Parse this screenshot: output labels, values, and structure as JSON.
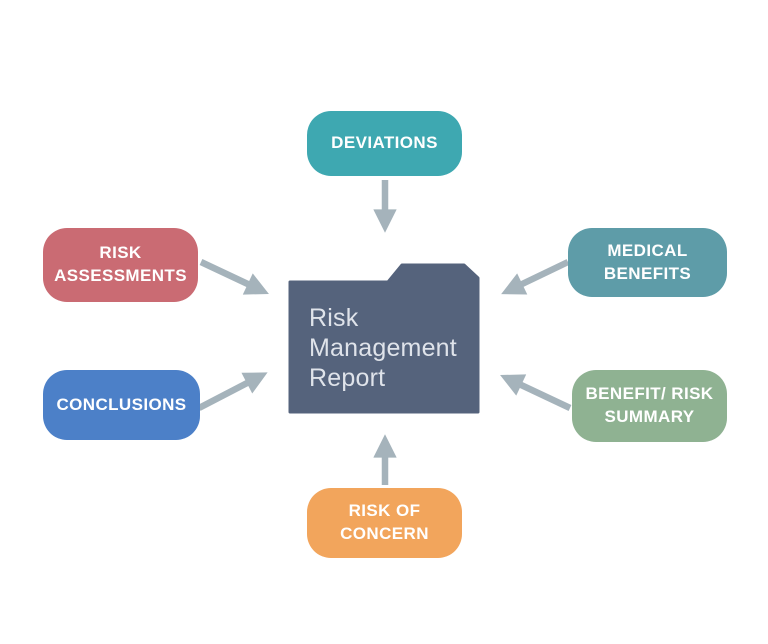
{
  "background_color": "#FFFFFF",
  "arrow_color": "#A5B3BB",
  "center": {
    "label": "Risk\nManagement\nReport",
    "shape": "folder",
    "color": "#55637C",
    "text_color": "#DFE3EA"
  },
  "nodes": [
    {
      "id": "deviations",
      "label": "DEVIATIONS",
      "color": "#3EA8B1",
      "position": "top"
    },
    {
      "id": "risk-assessments",
      "label": "RISK\nASSESSMENTS",
      "color": "#CA6B73",
      "position": "upper-left"
    },
    {
      "id": "conclusions",
      "label": "CONCLUSIONS",
      "color": "#4C80C8",
      "position": "lower-left"
    },
    {
      "id": "medical-benefits",
      "label": "MEDICAL\nBENEFITS",
      "color": "#5E9CA8",
      "position": "upper-right"
    },
    {
      "id": "benefit-risk-summary",
      "label": "BENEFIT/ RISK\nSUMMARY",
      "color": "#8FB292",
      "position": "lower-right"
    },
    {
      "id": "risk-of-concern",
      "label": "RISK OF\nCONCERN",
      "color": "#F2A55C",
      "position": "bottom"
    }
  ]
}
